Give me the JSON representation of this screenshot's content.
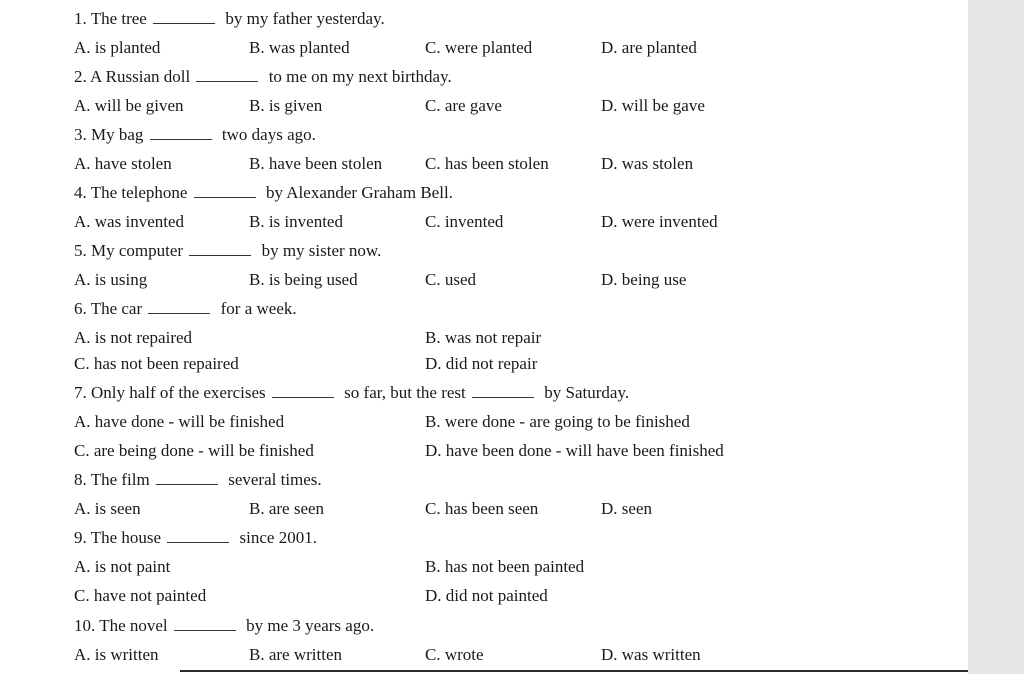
{
  "questions": [
    {
      "before": "1. The tree",
      "after": "by my father yesterday.",
      "options": [
        "A. is planted",
        "B. was planted",
        "C. were planted",
        "D. are planted"
      ]
    },
    {
      "before": "2. A Russian doll",
      "after": "to me on my next birthday.",
      "options": [
        "A. will be given",
        "B. is given",
        "C. are gave",
        "D. will be gave"
      ]
    },
    {
      "before": "3. My bag",
      "after": "two days ago.",
      "options": [
        "A. have stolen",
        "B. have been stolen",
        "C. has been stolen",
        "D. was stolen"
      ]
    },
    {
      "before": "4. The telephone",
      "after": "by Alexander Graham Bell.",
      "options": [
        "A. was invented",
        "B. is invented",
        "C. invented",
        "D. were invented"
      ]
    },
    {
      "before": "5. My computer",
      "after": "by my sister now.",
      "options": [
        "A. is using",
        "B. is being used",
        "C. used",
        "D. being use"
      ]
    },
    {
      "before": "6. The car",
      "after": "for a week.",
      "options": [
        "A. is not repaired",
        "B. was not repair",
        "C. has not been repaired",
        "D. did not repair"
      ]
    },
    {
      "before": "7. Only half of the exercises",
      "middle": "so far, but the rest",
      "after": "by Saturday.",
      "options": [
        "A. have done - will be finished",
        "B. were done - are going to be finished",
        "C. are being done - will be finished",
        "D. have been done - will have been finished"
      ]
    },
    {
      "before": "8. The film",
      "after": "several times.",
      "options": [
        "A. is seen",
        "B. are seen",
        "C. has been seen",
        "D. seen"
      ]
    },
    {
      "before": "9. The house",
      "after": "since 2001.",
      "options": [
        "A. is not paint",
        "B. has not been painted",
        "C. have not painted",
        "D. did not painted"
      ]
    },
    {
      "before": "10. The novel",
      "after": "by me 3 years ago.",
      "options": [
        "A. is written",
        "B. are written",
        "C. wrote",
        "D. was written"
      ]
    }
  ]
}
